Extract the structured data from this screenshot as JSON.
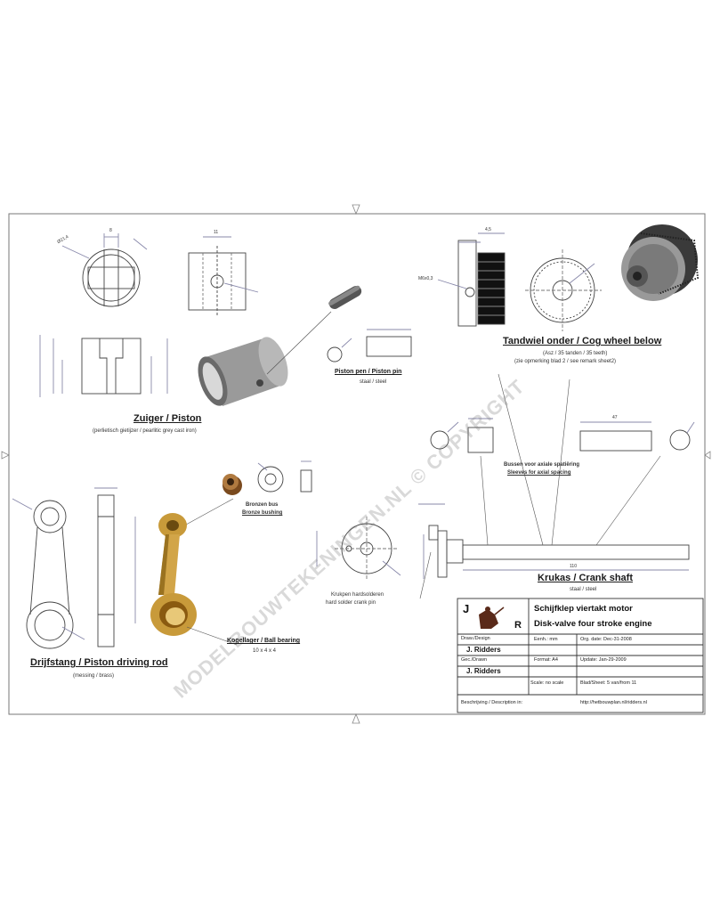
{
  "watermark": "MODELBOUWTEKENINGEN.NL © COPYRIGHT",
  "parts": {
    "piston": {
      "title": "Zuiger / Piston",
      "note": "(perlietisch gietijzer / pearlitic grey cast iron)"
    },
    "piston_pin": {
      "title": "Piston pen / Piston pin",
      "note": "staal / steel"
    },
    "cog_wheel": {
      "title": "Tandwiel onder / Cog wheel below",
      "note1": "(Asz / 35 tanden / 35 teeth)",
      "note2": "(zie opmerking blad 2 / see remark sheet2)"
    },
    "bushing": {
      "title1": "Bussen voor axiale spatiëring",
      "title2": "Sleeves for axial spacing"
    },
    "bronze_bush": {
      "title1": "Bronzen bus",
      "title2": "Bronze bushing"
    },
    "connecting_rod": {
      "title": "Drijfstang / Piston driving rod",
      "note": "(messing / brass)"
    },
    "ball_bearing": {
      "title": "Kogellager / Ball bearing",
      "note": "10 x 4 x 4"
    },
    "crank_shaft": {
      "title": "Krukas / Crank shaft",
      "note": "staal / steel"
    },
    "crank_pin": {
      "note1": "Krukpen hardsolderen",
      "note2": "hard solder crank pin"
    }
  },
  "dimensions": {
    "piston_dia": "Ø21,4",
    "piston_width": "8",
    "pin_block": "11",
    "cog_label": "M6x0,3",
    "cog_width": "4,5",
    "shaft_len": "110",
    "sleeve_len": "47"
  },
  "title_block": {
    "logo_letters": [
      "J",
      "R"
    ],
    "title_nl": "Schijfklep viertakt motor",
    "title_en": "Disk-valve four stroke engine",
    "draw_design_label": "Draw./Design",
    "draw_design_name": "J. Ridders",
    "eenh_label": "Eenh.: mm",
    "orig_date": "Org. date: Dec-31-2008",
    "gec_label": "Gec./Drawn",
    "gec_name": "J. Ridders",
    "format": "Format: A4",
    "update": "Update: Jan-29-2009",
    "scale": "Scale: no scale",
    "sheet": "Blad/Sheet: 5 van/from 11",
    "footer_left": "Beschrijving / Description in:",
    "footer_right": "http://hetbouwplan.nl/ridders.nl"
  },
  "colors": {
    "brass": "#c89a3a",
    "bronze": "#8a5a2a",
    "steel": "#8a8a8a"
  }
}
